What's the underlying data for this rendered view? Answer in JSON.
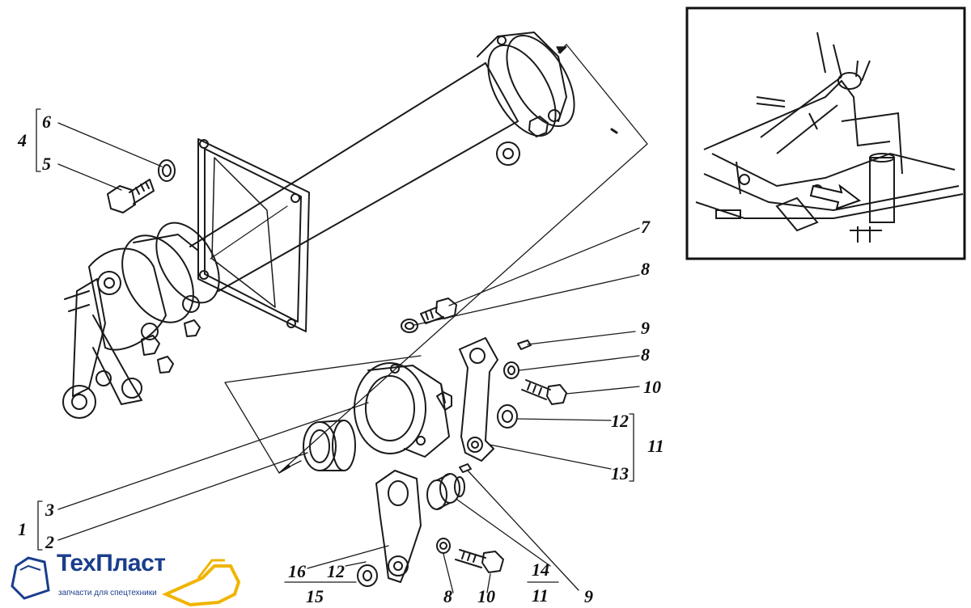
{
  "callouts": {
    "c1": "1",
    "c2": "2",
    "c3": "3",
    "c4": "4",
    "c5": "5",
    "c6": "6",
    "c7": "7",
    "c8a": "8",
    "c8b": "8",
    "c8c": "8",
    "c9a": "9",
    "c9b": "9",
    "c10a": "10",
    "c10b": "10",
    "c11a": "11",
    "c11b": "11",
    "c12a": "12",
    "c12b": "12",
    "c13": "13",
    "c14": "14",
    "c15": "15",
    "c16": "16"
  },
  "logo": {
    "name": "ТехПласт",
    "tagline": "запчасти для спецтехники",
    "color": "#1a3e8c",
    "accent": "#f0b400"
  }
}
